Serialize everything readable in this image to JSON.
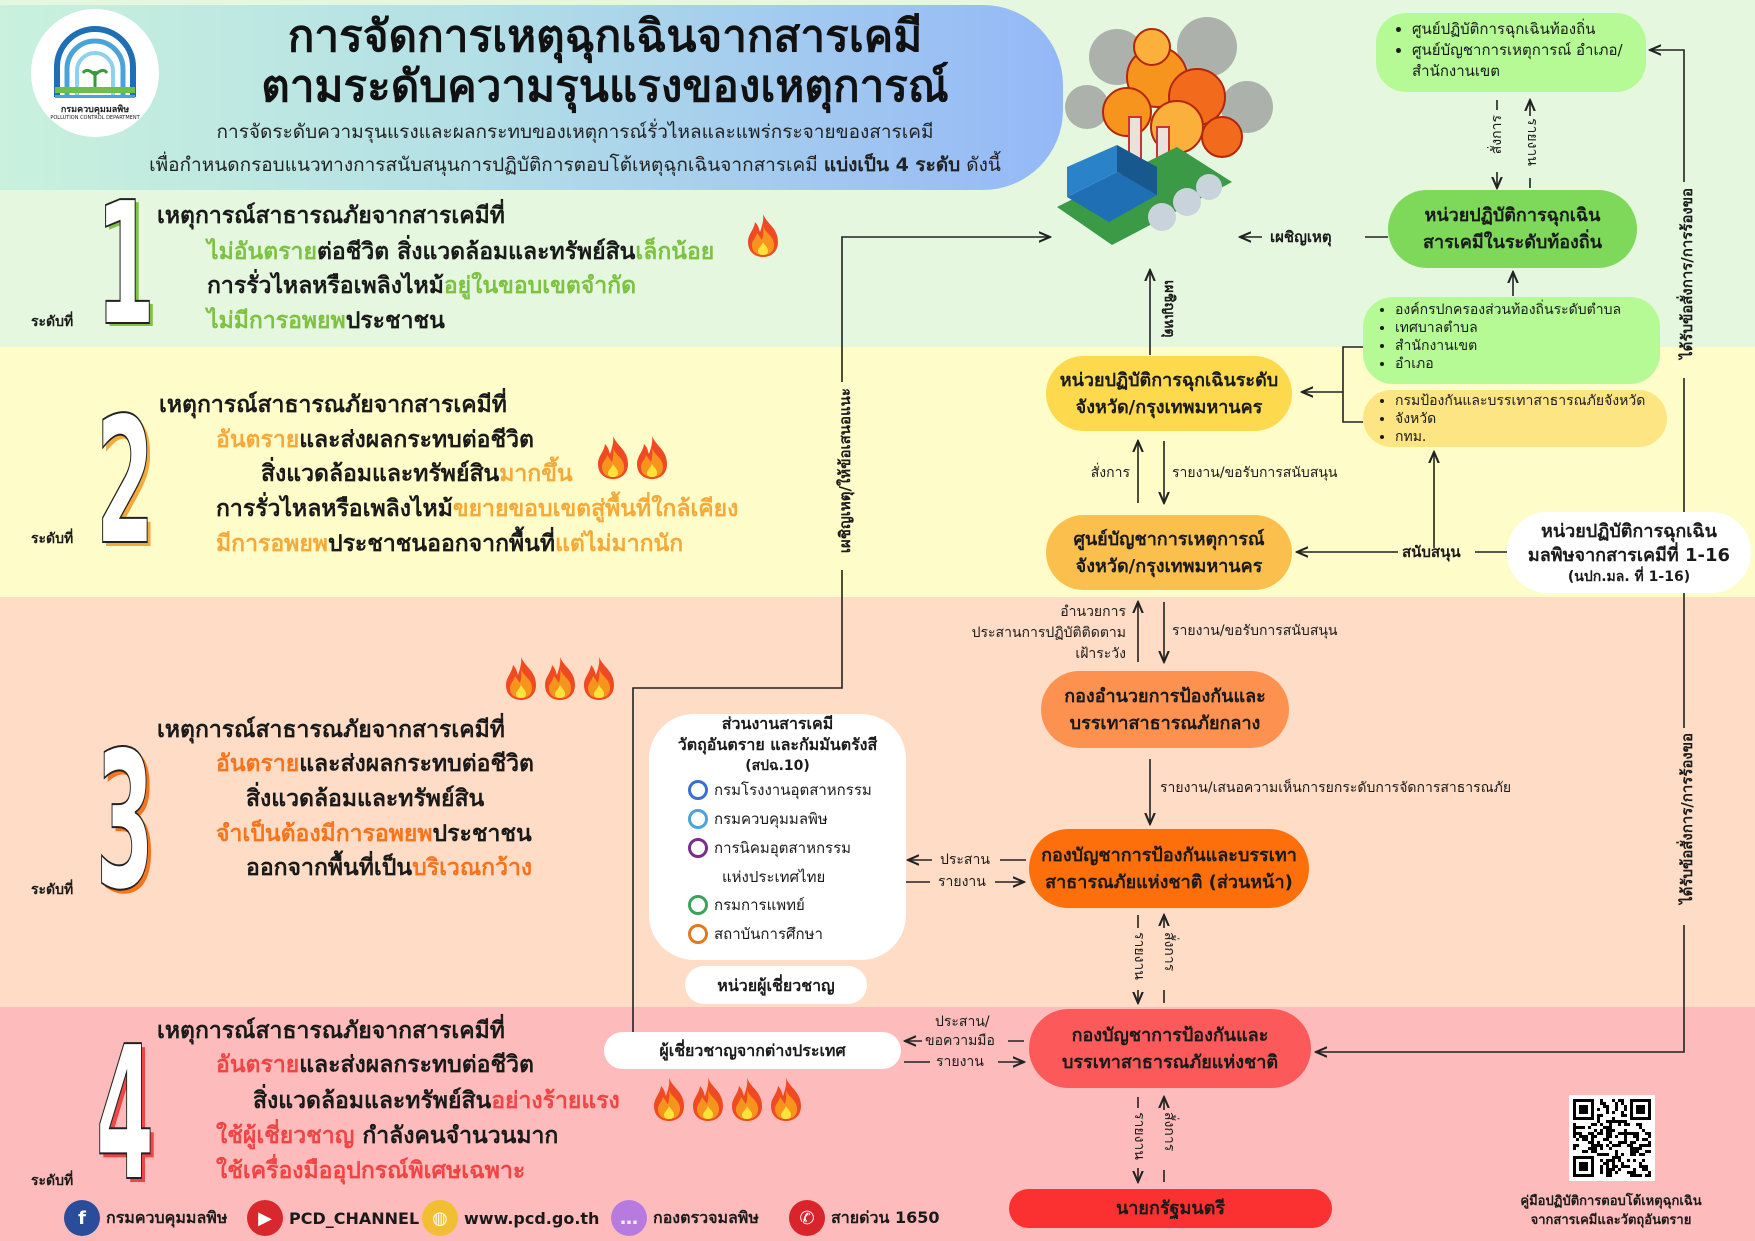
{
  "header": {
    "logo_text_th": "กรมควบคุมมลพิษ",
    "logo_text_en": "POLLUTION CONTROL DEPARTMENT",
    "title_line1": "การจัดการเหตุฉุกเฉินจากสารเคมี",
    "title_line2": "ตามระดับความรุนแรงของเหตุการณ์",
    "subtitle_line1": "การจัดระดับความรุนแรงและผลกระทบของเหตุการณ์รั่วไหลและแพร่กระจายของสารเคมี",
    "subtitle_line2_prefix": "เพื่อกำหนดกรอบแนวทางการสนับสนุนการปฏิบัติการตอบโต้เหตุฉุกเฉินจากสารเคมี ",
    "subtitle_line2_bold": "แบ่งเป็น 4 ระดับ",
    "subtitle_line2_suffix": " ดังนี้"
  },
  "colors": {
    "band1": "#e5f7df",
    "band2": "#fefcc8",
    "band3": "#fedcc6",
    "band4": "#fdbcbb"
  },
  "levels": [
    {
      "label": "ระดับที่",
      "number": "1",
      "accent": "#7dc242",
      "heading": "เหตุการณ์สาธารณภัยจากสารเคมีที่",
      "flames": 1,
      "lines": [
        [
          {
            "t": "ไม่อันตราย",
            "hl": true
          },
          {
            "t": "ต่อชีวิต สิ่งแวดล้อมและทรัพย์สิน"
          },
          {
            "t": "เล็กน้อย",
            "hl": true
          }
        ],
        [
          {
            "t": "การรั่วไหลหรือเพลิงไหม้"
          },
          {
            "t": "อยู่ในขอบเขตจำกัด",
            "hl": true
          }
        ],
        [
          {
            "t": "ไม่มีการอพยพ",
            "hl": true
          },
          {
            "t": "ประชาชน"
          }
        ]
      ]
    },
    {
      "label": "ระดับที่",
      "number": "2",
      "accent": "#f5a93a",
      "heading": "เหตุการณ์สาธารณภัยจากสารเคมีที่",
      "flames": 2,
      "lines": [
        [
          {
            "t": "อันตราย",
            "hl": true
          },
          {
            "t": "และส่งผลกระทบต่อชีวิต"
          }
        ],
        [
          {
            "t": "สิ่งแวดล้อมและทรัพย์สิน"
          },
          {
            "t": "มากขึ้น",
            "hl": true
          }
        ],
        [
          {
            "t": "การรั่วไหลหรือเพลิงไหม้"
          },
          {
            "t": "ขยายขอบเขตสู่พื้นที่ใกล้เคียง",
            "hl": true
          }
        ],
        [
          {
            "t": "มีการอพยพ",
            "hl": true
          },
          {
            "t": "ประชาชนออกจากพื้นที่"
          },
          {
            "t": "แต่ไม่มากนัก",
            "hl": true
          }
        ]
      ]
    },
    {
      "label": "ระดับที่",
      "number": "3",
      "accent": "#f7731c",
      "heading": "เหตุการณ์สาธารณภัยจากสารเคมีที่",
      "flames": 3,
      "lines": [
        [
          {
            "t": "อันตราย",
            "hl": true
          },
          {
            "t": "และส่งผลกระทบต่อชีวิต"
          }
        ],
        [
          {
            "t": "สิ่งแวดล้อมและทรัพย์สิน"
          }
        ],
        [
          {
            "t": "จำเป็นต้องมีการอพยพ",
            "hl": true
          },
          {
            "t": "ประชาชน"
          }
        ],
        [
          {
            "t": "ออกจากพื้นที่เป็น"
          },
          {
            "t": "บริเวณกว้าง",
            "hl": true
          }
        ]
      ]
    },
    {
      "label": "ระดับที่",
      "number": "4",
      "accent": "#f04545",
      "heading": "เหตุการณ์สาธารณภัยจากสารเคมีที่",
      "flames": 4,
      "lines": [
        [
          {
            "t": "อันตราย",
            "hl": true
          },
          {
            "t": "และส่งผลกระทบต่อชีวิต"
          }
        ],
        [
          {
            "t": "สิ่งแวดล้อมและทรัพย์สิน"
          },
          {
            "t": "อย่างร้ายแรง",
            "hl": true
          }
        ],
        [
          {
            "t": "ใช้ผู้เชี่ยวชาญ",
            "hl": true
          },
          {
            "t": " กำลังคนจำนวนมาก"
          }
        ],
        [
          {
            "t": "ใช้เครื่องมืออุปกรณ์พิเศษเฉพาะ",
            "hl": true
          }
        ]
      ]
    }
  ],
  "flow": {
    "local_centers": [
      "ศูนย์ปฏิบัติการฉุกเฉินท้องถิ่น",
      "ศูนย์บัญชาการเหตุการณ์ อำเภอ/สำนักงานเขต"
    ],
    "local_unit": {
      "line1": "หน่วยปฏิบัติการฉุกเฉิน",
      "line2": "สารเคมีในระดับท้องถิ่น"
    },
    "local_orgs": [
      "องค์กรปกครองส่วนท้องถิ่นระดับตำบล",
      "เทศบาลตำบล",
      "สำนักงานเขต",
      "อำเภอ"
    ],
    "provincial_orgs": [
      "กรมป้องกันและบรรเทาสาธารณภัยจังหวัด",
      "จังหวัด",
      "กทม."
    ],
    "province_unit": {
      "line1": "หน่วยปฏิบัติการฉุกเฉินระดับ",
      "line2": "จังหวัด/กรุงเทพมหานคร"
    },
    "province_command": {
      "line1": "ศูนย์บัญชาการเหตุการณ์",
      "line2": "จังหวัด/กรุงเทพมหานคร"
    },
    "pcd_units": {
      "line1": "หน่วยปฏิบัติการฉุกเฉิน",
      "line2": "มลพิษจากสารเคมีที่ 1-16",
      "line3": "(นปก.มล. ที่ 1-16)"
    },
    "central": {
      "line1": "กองอำนวยการป้องกันและ",
      "line2": "บรรเทาสาธารณภัยกลาง"
    },
    "forward": {
      "line1": "กองบัญชาการป้องกันและบรรเทา",
      "line2": "สาธารณภัยแห่งชาติ (ส่วนหน้า)"
    },
    "national": {
      "line1": "กองบัญชาการป้องกันและ",
      "line2": "บรรเทาสาธารณภัยแห่งชาติ"
    },
    "pm": "นายกรัฐมนตรี",
    "labels": {
      "respond": "เผชิญเหตุ",
      "command": "สั่งการ",
      "report": "รายงาน",
      "report_support": "รายงาน/ขอรับการสนับสนุน",
      "support": "สนับสนุน",
      "direct": "อำนวยการ",
      "coordinate_follow": "ประสานการปฏิบัติติดตาม",
      "monitor": "เฝ้าระวัง",
      "report_propose": "รายงาน/เสนอความเห็นการยกระดับการจัดการสาธารณภัย",
      "coordinate": "ประสาน",
      "coordinate_req": "ประสาน/",
      "ask_help": "ขอความมือ",
      "receive_orders": "ได้รับข้อสั่งการ/การร้องขอ",
      "respond_advise": "เผชิญเหตุ/ให้ข้อเสนอแนะ"
    },
    "chem_section": {
      "title1": "ส่วนงานสารเคมี",
      "title2": "วัตถุอันตราย และกัมมันตรังสี",
      "title3": "(สปฉ.10)",
      "items": [
        {
          "text": "กรมโรงงานอุตสาหกรรม",
          "color": "#3a6fd1"
        },
        {
          "text": "กรมควบคุมมลพิษ",
          "color": "#4aa3d8"
        },
        {
          "text": "การนิคมอุตสาหกรรม",
          "color": "#7b2d8f"
        },
        {
          "text": "แห่งประเทศไทย",
          "color": ""
        },
        {
          "text": "กรมการแพทย์",
          "color": "#3aa35a"
        },
        {
          "text": "สถาบันการศึกษา",
          "color": "#e07a1f"
        }
      ]
    },
    "expert_unit": "หน่วยผู้เชี่ยวชาญ",
    "foreign_experts": "ผู้เชี่ยวชาญจากต่างประเทศ"
  },
  "qr": {
    "caption1": "คู่มือปฏิบัติการตอบโต้เหตุฉุกเฉิน",
    "caption2": "จากสารเคมีและวัตถุอันตราย"
  },
  "footer": [
    {
      "icon": "facebook-icon",
      "text": "กรมควบคุมมลพิษ",
      "color": "#2a4d9b"
    },
    {
      "icon": "youtube-icon",
      "text": "PCD_CHANNEL",
      "color": "#d8282e"
    },
    {
      "icon": "globe-icon",
      "text": "www.pcd.go.th",
      "color": "#f2be32"
    },
    {
      "icon": "chat-icon",
      "text": "กองตรวจมลพิษ",
      "color": "#b77be0"
    },
    {
      "icon": "phone-icon",
      "text": "สายด่วน 1650",
      "color": "#d8242a"
    }
  ]
}
